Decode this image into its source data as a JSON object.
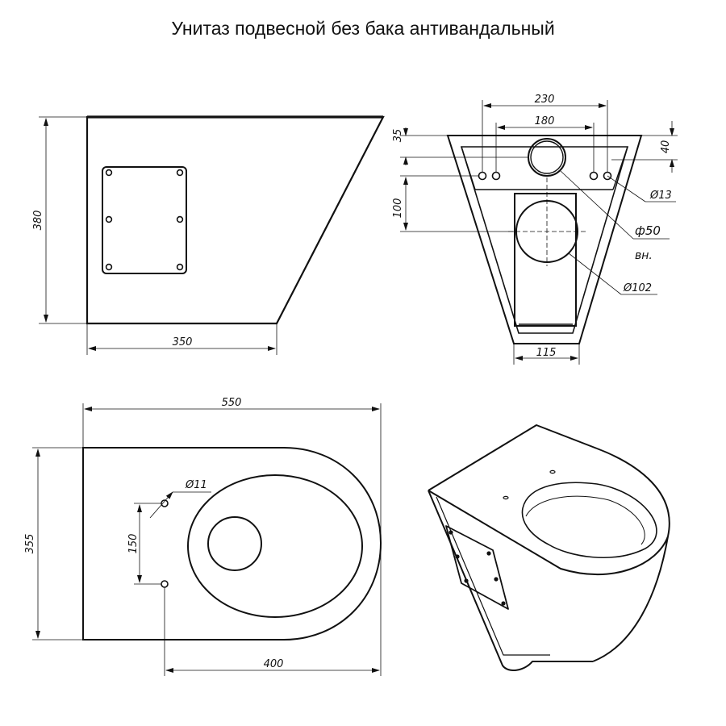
{
  "title": "Унитаз подвесной без бака антивандальный",
  "colors": {
    "line": "#111111",
    "background": "#ffffff"
  },
  "views": {
    "side": {
      "dims": {
        "height": "380",
        "width": "350"
      }
    },
    "rear": {
      "dims": {
        "width_top": "230",
        "width_inner": "180",
        "top_offset": "35",
        "rim": "40",
        "drop": "100",
        "bottom": "115",
        "bolt_dia": "Ø13",
        "inlet_dia": "ф50",
        "inlet_note": "вн.",
        "outlet_dia": "Ø102"
      }
    },
    "top": {
      "dims": {
        "length": "550",
        "depth": "355",
        "hole_dia": "Ø11",
        "hole_spacing": "150",
        "hole_to_front": "400"
      }
    },
    "iso": {}
  }
}
